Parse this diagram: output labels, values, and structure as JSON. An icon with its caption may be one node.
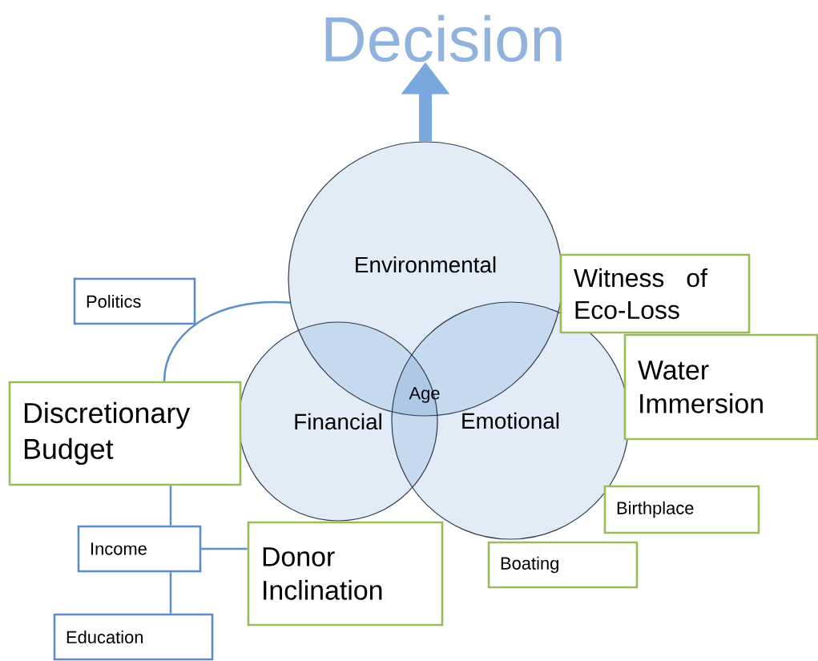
{
  "diagram": {
    "nodes": [
      {
        "text": [
          "Decision"
        ]
      },
      {
        "text": [
          "Environmental"
        ]
      },
      {
        "text": [
          "Financial"
        ]
      },
      {
        "text": [
          "Emotional"
        ]
      },
      {
        "text": [
          "Witness of Eco-Loss"
        ]
      },
      {
        "text": [
          "Water Immersion"
        ]
      },
      {
        "text": [
          "Politics"
        ]
      },
      {
        "text": [
          "Discretionary Budget"
        ]
      },
      {
        "text": [
          "Income"
        ]
      },
      {
        "text": [
          "Education"
        ]
      },
      {
        "text": [
          "Donor Inclination"
        ]
      },
      {
        "text": [
          "Birthplace"
        ]
      },
      {
        "text": [
          "Boating"
        ]
      }
    ],
    "edges": [
      {
        "from": 1,
        "to": 0,
        "arrow": "to",
        "style": "thick",
        "color": "#7aa7dc"
      },
      {
        "from": 7,
        "to": 1,
        "arrow": "none"
      },
      {
        "from": 7,
        "to": 8,
        "arrow": "none"
      },
      {
        "from": 8,
        "to": 9,
        "arrow": "none"
      },
      {
        "from": 8,
        "to": 10,
        "arrow": "none"
      }
    ],
    "labels": [
      "Age"
    ]
  }
}
